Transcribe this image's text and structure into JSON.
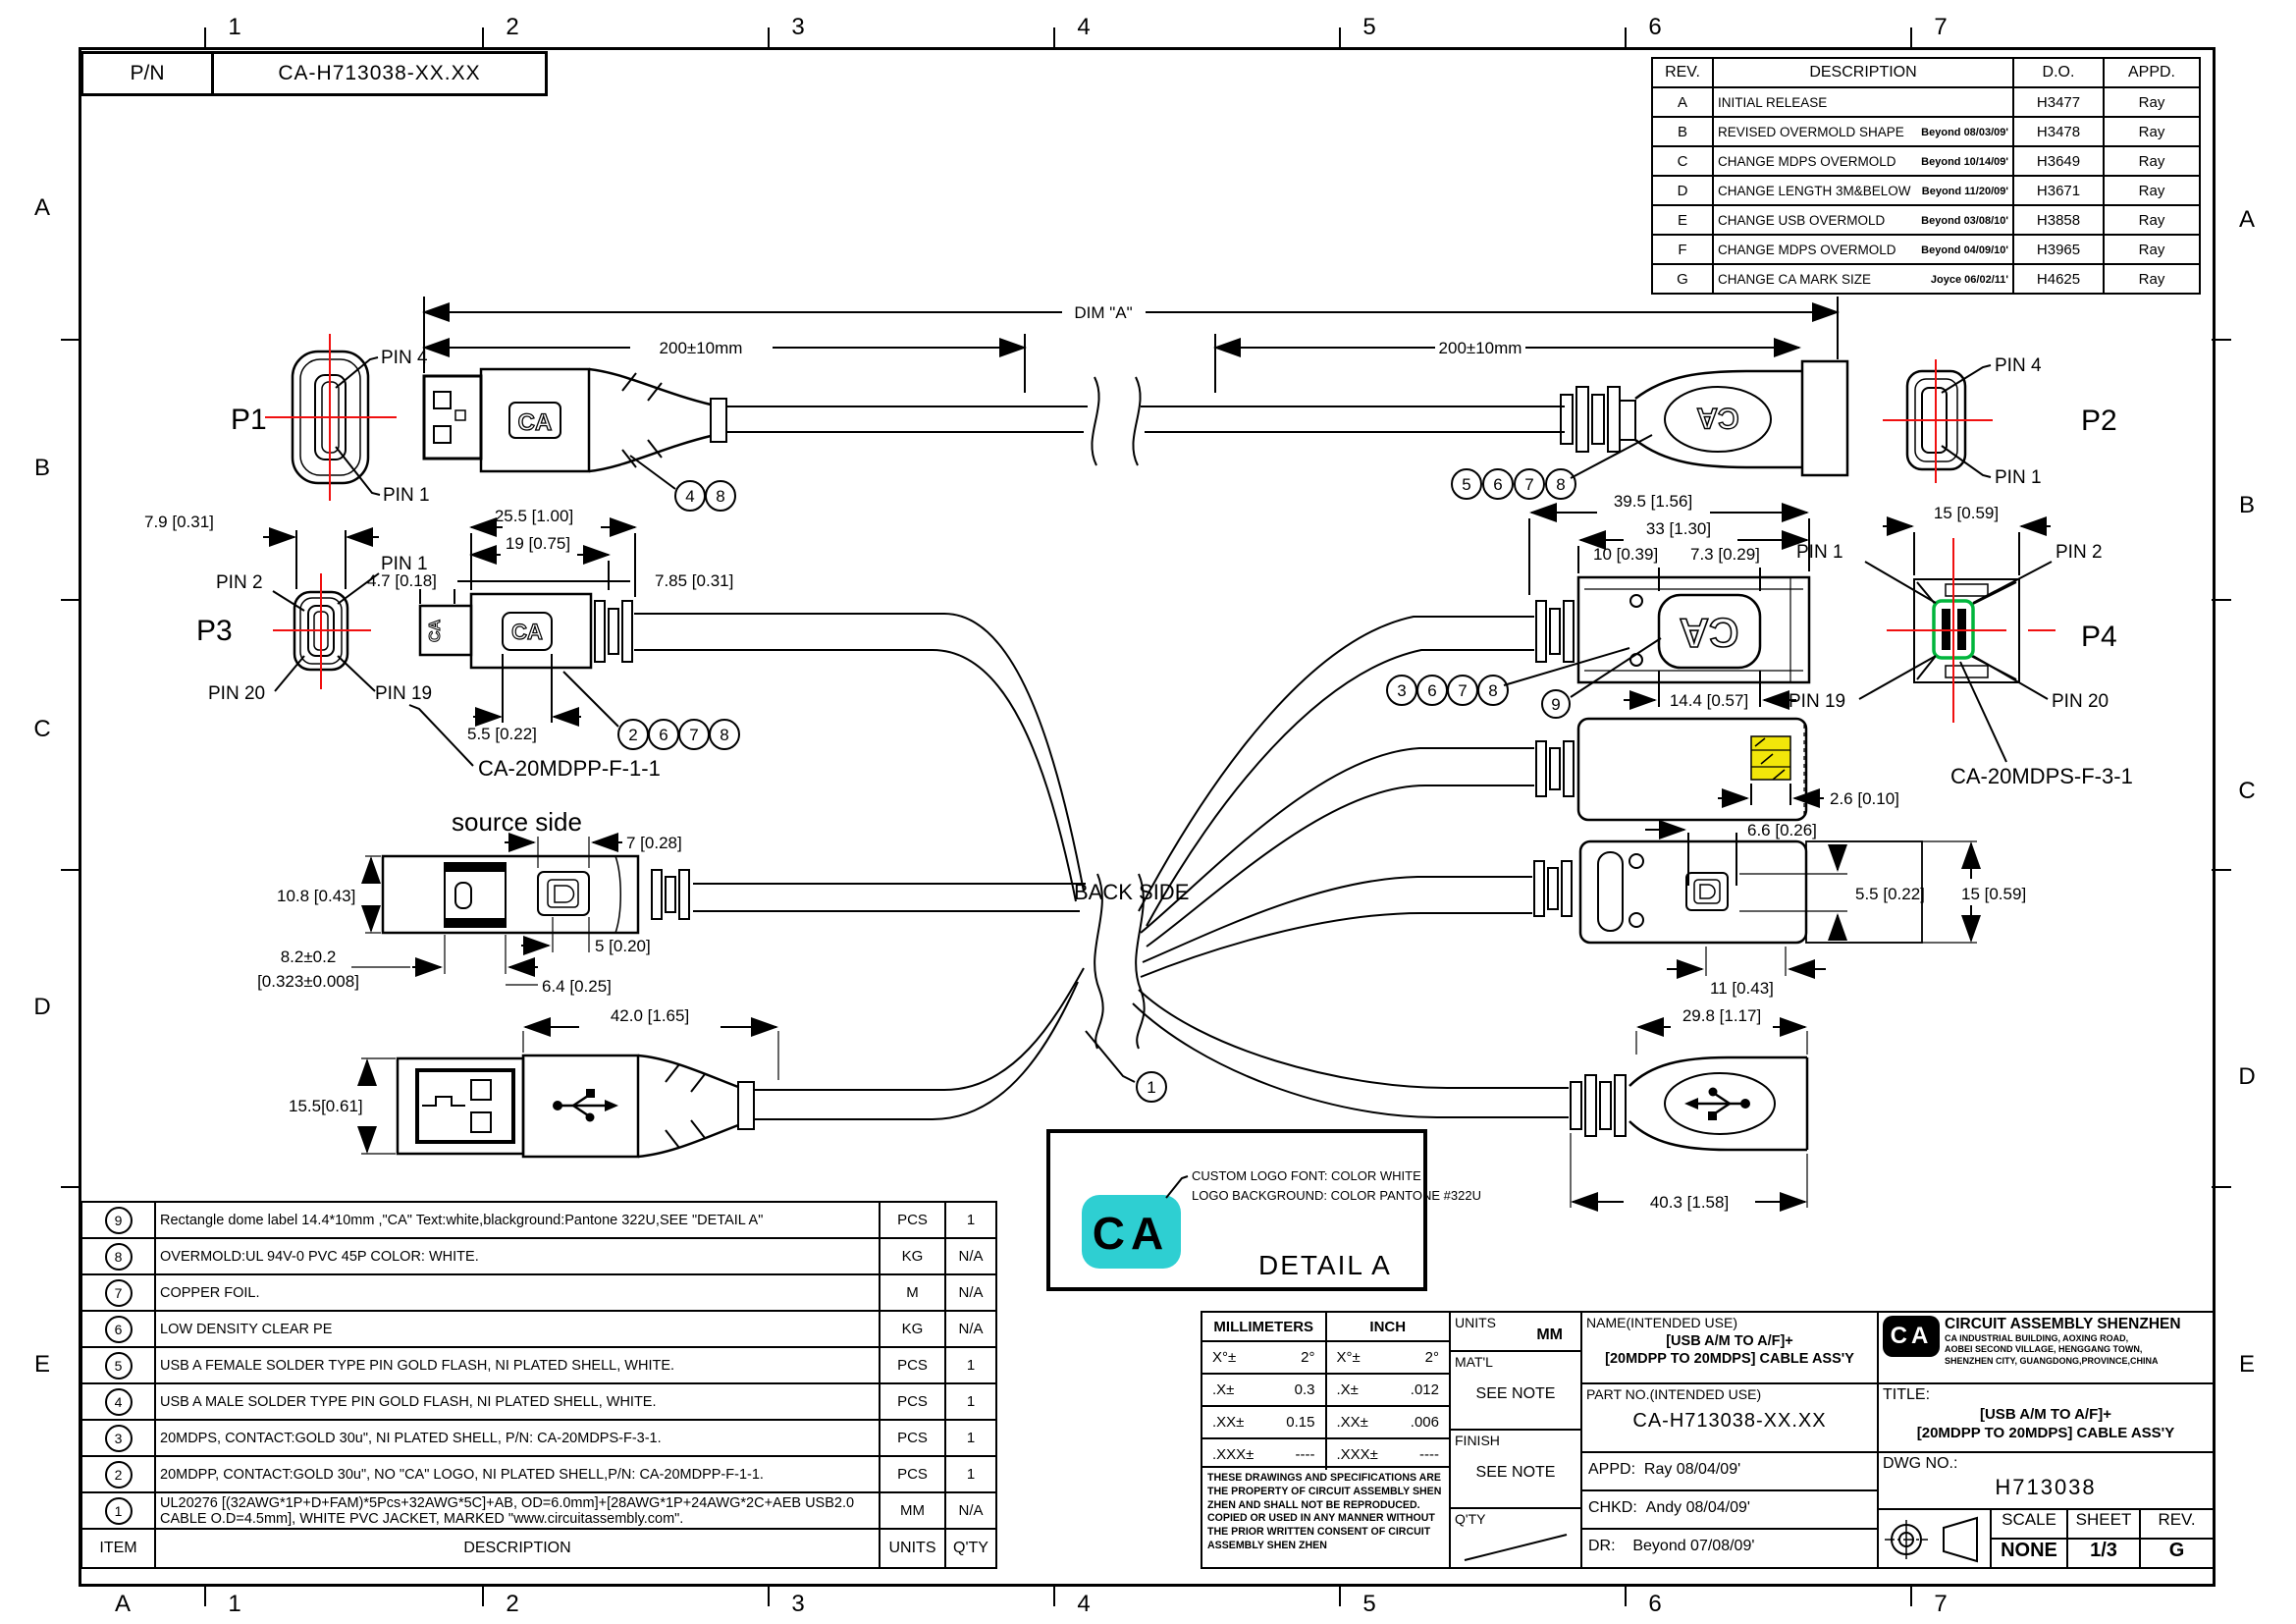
{
  "colors": {
    "line_black": "#000000",
    "crosshair_red": "#f01010",
    "contact_green": "#00b53c",
    "contact_yellow": "#f2e60a",
    "logo_cyan": "#2ecfd2",
    "logo_text_white": "#ffffff"
  },
  "border": {
    "cols": [
      "1",
      "2",
      "3",
      "4",
      "5",
      "6",
      "7"
    ],
    "rows_left": [
      "A",
      "B",
      "C",
      "D",
      "E"
    ],
    "rows_right": [
      "A",
      "B",
      "C",
      "D",
      "E"
    ],
    "bottom_letter": "A"
  },
  "pn_box": {
    "label": "P/N",
    "value": "CA-H713038-XX.XX"
  },
  "rev_table": {
    "headers": {
      "rev": "REV.",
      "description": "DESCRIPTION",
      "do": "D.O.",
      "appd": "APPD."
    },
    "rows": [
      {
        "rev": "A",
        "desc": "INITIAL RELEASE",
        "note": "",
        "do": "H3477",
        "appd": "Ray"
      },
      {
        "rev": "B",
        "desc": "REVISED OVERMOLD SHAPE",
        "note": "Beyond 08/03/09'",
        "do": "H3478",
        "appd": "Ray"
      },
      {
        "rev": "C",
        "desc": "CHANGE MDPS OVERMOLD",
        "note": "Beyond 10/14/09'",
        "do": "H3649",
        "appd": "Ray"
      },
      {
        "rev": "D",
        "desc": "CHANGE LENGTH 3M&BELOW",
        "note": "Beyond 11/20/09'",
        "do": "H3671",
        "appd": "Ray"
      },
      {
        "rev": "E",
        "desc": "CHANGE USB OVERMOLD",
        "note": "Beyond 03/08/10'",
        "do": "H3858",
        "appd": "Ray"
      },
      {
        "rev": "F",
        "desc": "CHANGE MDPS OVERMOLD",
        "note": "Beyond 04/09/10'",
        "do": "H3965",
        "appd": "Ray"
      },
      {
        "rev": "G",
        "desc": "CHANGE CA MARK SIZE",
        "note": "Joyce 06/02/11'",
        "do": "H4625",
        "appd": "Ray"
      }
    ]
  },
  "drawing": {
    "dims": {
      "dim_a": "DIM \"A\"",
      "len200": "200±10mm",
      "d79": "7.9 [0.31]",
      "d255": "25.5 [1.00]",
      "d19": "19 [0.75]",
      "d47": "4.7 [0.18]",
      "d785": "7.85 [0.31]",
      "d55": "5.5 [0.22]",
      "d395": "39.5 [1.56]",
      "d33": "33 [1.30]",
      "d10": "10 [0.39]",
      "d73": "7.3 [0.29]",
      "d144": "14.4 [0.57]",
      "d15": "15 [0.59]",
      "d26": "2.6 [0.10]",
      "d66": "6.6 [0.26]",
      "d11": "11 [0.43]",
      "d7": "7 [0.28]",
      "d108": "10.8 [0.43]",
      "d5": "5 [0.20]",
      "d82": "8.2±0.2",
      "d82in": "[0.323±0.008]",
      "d64": "6.4 [0.25]",
      "d42": "42.0 [1.65]",
      "d155": "15.5[0.61]",
      "d298": "29.8 [1.17]",
      "d403": "40.3 [1.58]"
    },
    "pins": {
      "p1": "PIN 1",
      "p2": "PIN 2",
      "p4": "PIN 4",
      "p19": "PIN 19",
      "p20": "PIN 20"
    },
    "labels": {
      "p1": "P1",
      "p2": "P2",
      "p3": "P3",
      "p4": "P4",
      "mdpp_pn": "CA-20MDPP-F-1-1",
      "mdps_pn": "CA-20MDPS-F-3-1",
      "source_side": "source side",
      "back_side": "BACK SIDE",
      "detail_a": "DETAIL  A",
      "note1": "CUSTOM LOGO FONT: COLOR WHITE",
      "note2": "LOGO BACKGROUND: COLOR PANTONE #322U",
      "ca": "CA"
    },
    "callouts": {
      "c1": "1",
      "c2": "2",
      "c3": "3",
      "c4": "4",
      "c5": "5",
      "c6": "6",
      "c7": "7",
      "c8": "8",
      "c9": "9"
    }
  },
  "bom": {
    "headers": {
      "item": "ITEM",
      "description": "DESCRIPTION",
      "units": "UNITS",
      "qty": "Q'TY"
    },
    "rows": [
      {
        "item": "9",
        "description": "Rectangle dome label 14.4*10mm ,\"CA\" Text:white,blackground:Pantone 322U,SEE \"DETAIL A\"",
        "units": "PCS",
        "qty": "1"
      },
      {
        "item": "8",
        "description": "OVERMOLD:UL 94V-0 PVC 45P COLOR: WHITE.",
        "units": "KG",
        "qty": "N/A"
      },
      {
        "item": "7",
        "description": "COPPER FOIL.",
        "units": "M",
        "qty": "N/A"
      },
      {
        "item": "6",
        "description": "LOW DENSITY CLEAR PE",
        "units": "KG",
        "qty": "N/A"
      },
      {
        "item": "5",
        "description": "USB A FEMALE SOLDER TYPE PIN GOLD FLASH, NI PLATED SHELL, WHITE.",
        "units": "PCS",
        "qty": "1"
      },
      {
        "item": "4",
        "description": "USB A MALE SOLDER TYPE PIN GOLD FLASH, NI PLATED SHELL, WHITE.",
        "units": "PCS",
        "qty": "1"
      },
      {
        "item": "3",
        "description": "20MDPS, CONTACT:GOLD 30u\", NI PLATED SHELL, P/N: CA-20MDPS-F-3-1.",
        "units": "PCS",
        "qty": "1"
      },
      {
        "item": "2",
        "description": "20MDPP, CONTACT:GOLD 30u\", NO \"CA\" LOGO, NI PLATED SHELL,P/N: CA-20MDPP-F-1-1.",
        "units": "PCS",
        "qty": "1"
      },
      {
        "item": "1",
        "description": "UL20276 [(32AWG*1P+D+FAM)*5Pcs+32AWG*5C]+AB, OD=6.0mm]+[28AWG*1P+24AWG*2C+AEB USB2.0 CABLE O.D=4.5mm], WHITE PVC JACKET, MARKED \"www.circuitassembly.com\".",
        "units": "MM",
        "qty": "N/A"
      }
    ]
  },
  "title_block": {
    "tolerances": {
      "mm_header": "MILLIMETERS",
      "inch_header": "INCH",
      "rows": [
        {
          "mm_label": "X°±",
          "mm_val": "2°",
          "in_label": "X°±",
          "in_val": "2°"
        },
        {
          "mm_label": ".X±",
          "mm_val": "0.3",
          "in_label": ".X±",
          "in_val": ".012"
        },
        {
          "mm_label": ".XX±",
          "mm_val": "0.15",
          "in_label": ".XX±",
          "in_val": ".006"
        },
        {
          "mm_label": ".XXX±",
          "mm_val": "----",
          "in_label": ".XXX±",
          "in_val": "----"
        }
      ]
    },
    "disclaimer": "THESE DRAWINGS AND SPECIFICATIONS ARE THE PROPERTY OF CIRCUIT ASSEMBLY SHEN ZHEN AND SHALL NOT BE REPRODUCED. COPIED OR USED IN ANY MANNER WITHOUT THE PRIOR WRITTEN CONSENT OF CIRCUIT ASSEMBLY SHEN ZHEN",
    "units_label": "UNITS",
    "units_value": "MM",
    "matl_label": "MAT'L",
    "matl_value": "SEE NOTE",
    "finish_label": "FINISH",
    "finish_value": "SEE NOTE",
    "qty_label": "Q'TY",
    "name_label": "NAME(INTENDED USE)",
    "name_line1": "[USB A/M TO A/F]+",
    "name_line2": "[20MDPP TO 20MDPS] CABLE ASS'Y",
    "part_label": "PART NO.(INTENDED USE)",
    "part_value": "CA-H713038-XX.XX",
    "appd_label": "APPD:",
    "appd_value": "Ray 08/04/09'",
    "chkd_label": "CHKD:",
    "chkd_value": "Andy 08/04/09'",
    "dr_label": "DR:",
    "dr_value": "Beyond 07/08/09'",
    "company": {
      "logo": "CA",
      "name": "CIRCUIT ASSEMBLY SHENZHEN",
      "addr1": "CA INDUSTRIAL BUILDING, AOXING ROAD,",
      "addr2": "AOBEI SECOND VILLAGE, HENGGANG TOWN,",
      "addr3": "SHENZHEN CITY, GUANGDONG,PROVINCE,CHINA"
    },
    "title_label": "TITLE:",
    "title_line1": "[USB A/M TO A/F]+",
    "title_line2": "[20MDPP TO 20MDPS] CABLE ASS'Y",
    "dwg_label": "DWG NO.:",
    "dwg_value": "H713038",
    "scale_label": "SCALE",
    "scale_value": "NONE",
    "sheet_label": "SHEET",
    "sheet_value": "1/3",
    "rev_label": "REV.",
    "rev_value": "G"
  }
}
